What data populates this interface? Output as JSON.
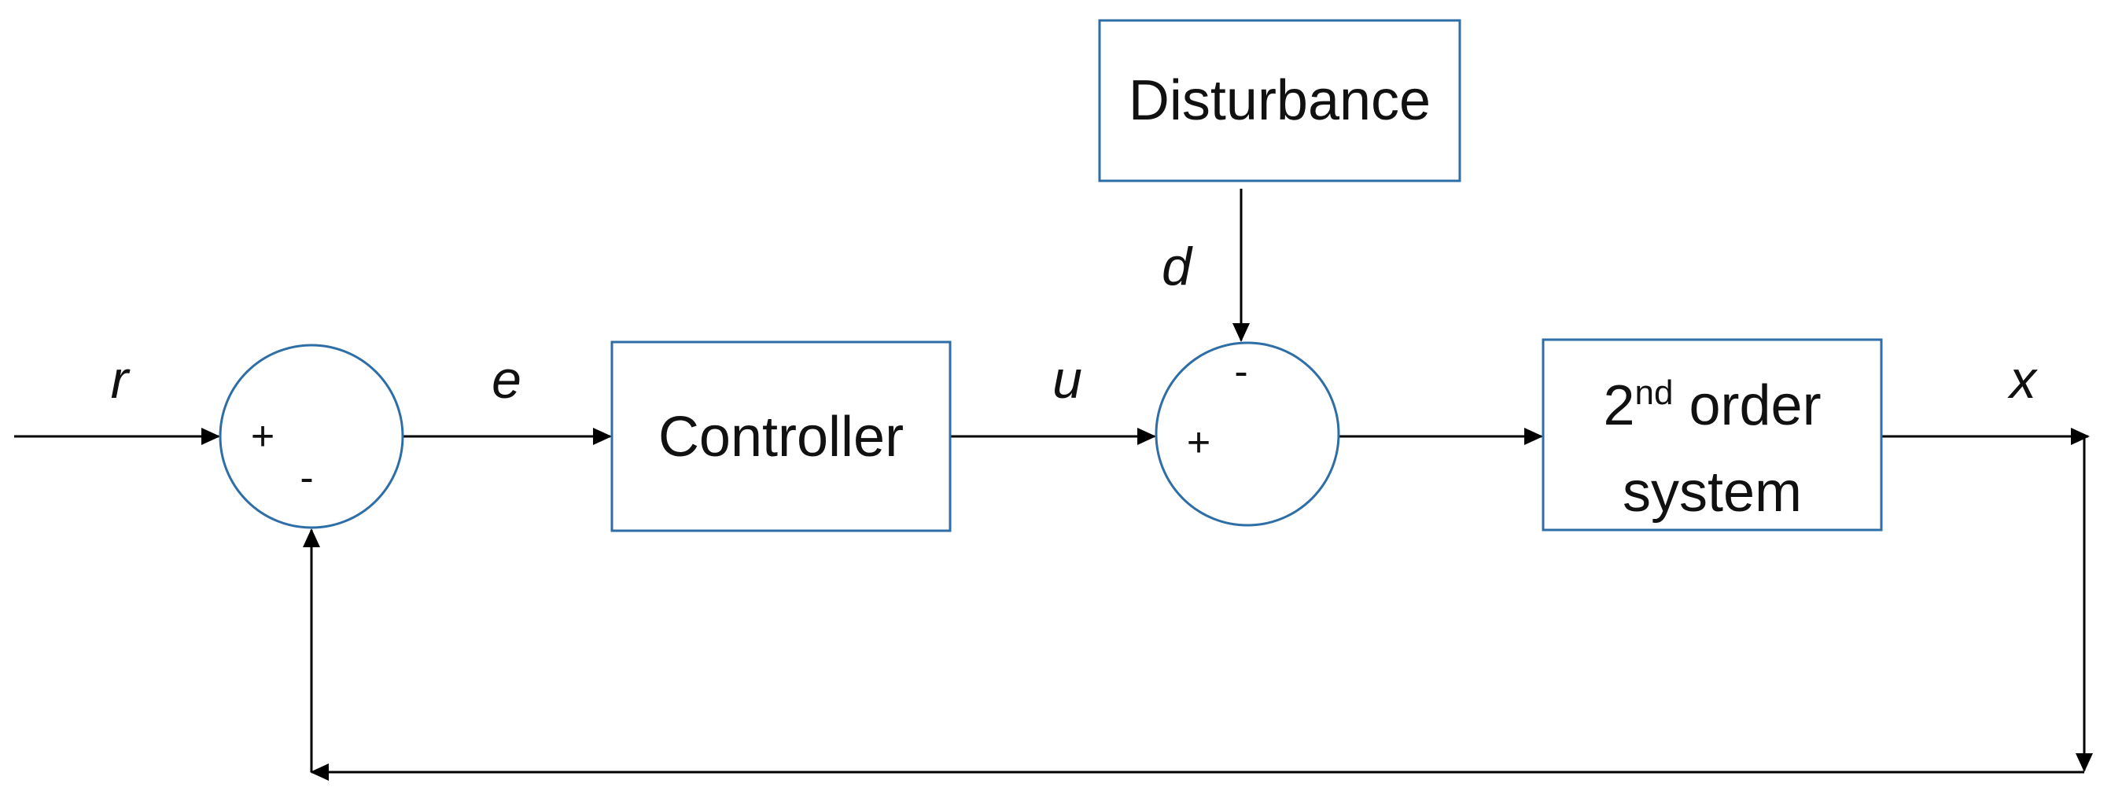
{
  "blocks": {
    "disturbance": "Disturbance",
    "controller": "Controller",
    "plant_order_number": "2",
    "plant_order_suffix": "nd",
    "plant_line1_rest": " order",
    "plant_line2": "system"
  },
  "signals": {
    "reference": "r",
    "error": "e",
    "control": "u",
    "disturbance": "d",
    "output": "x"
  },
  "junctions": {
    "first": {
      "plus": "+",
      "minus": "-"
    },
    "second": {
      "plus": "+",
      "minus": "-"
    }
  }
}
